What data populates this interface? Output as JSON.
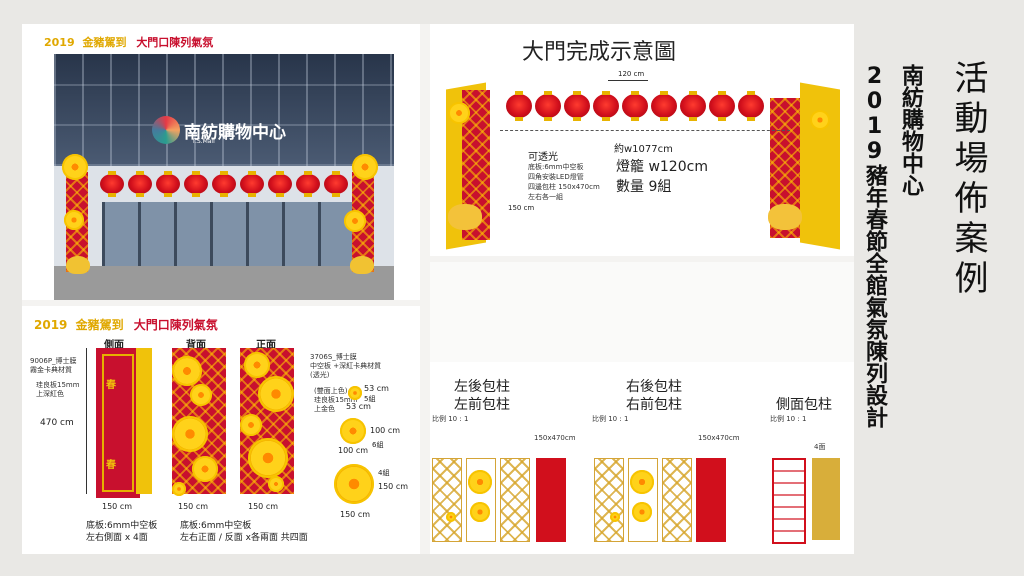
{
  "slide_title": "活動場佈案例",
  "side_subtitle": {
    "col1": "南紡購物中心",
    "col2": "2019豬年春節全館氣氛陳列設計"
  },
  "panel_photo": {
    "header_year": "2019",
    "header_text": "金豬駕到",
    "header_red": "大門口陳列氣氛",
    "mall_name": "南紡購物中心",
    "mall_name_en": "T.S.Mall"
  },
  "panel_gate": {
    "title": "大門完成示意圖",
    "dim_top": "120 cm",
    "dim_bottom": "150 cm",
    "width_label": "約w1077cm",
    "light_label": "可透光",
    "spec_lines": [
      "底板:6mm中空板",
      "四角安裝LED燈管",
      "四邊包柱 150x470cm",
      "左右各一組"
    ],
    "lantern_label": "燈籠 w120cm",
    "qty_label": "數量 9組"
  },
  "panel_specs": {
    "header_year": "2019",
    "header_text": "金豬駕到",
    "header_red": "大門口陳列氣氛",
    "col_side": "側面",
    "col_back": "背面",
    "col_front": "正面",
    "note_9006": "9006P_博士膜",
    "note_9006b": "霧金卡典材質",
    "note_board": "珪良板15mm",
    "note_board2": "上深紅色",
    "height": "470 cm",
    "note_3706": "3706S_博士膜",
    "note_3706b": "中空板 +深紅卡典材質",
    "note_3706c": "(透光)",
    "note_gold1": "(雙面上色)",
    "note_gold2": "珪良板15mm",
    "note_gold3": "上金色",
    "flower_53a": "53 cm",
    "flower_53b": "53 cm",
    "flower_5": "5組",
    "flower_100a": "100 cm",
    "flower_100b": "100 cm",
    "flower_6": "6組",
    "flower_4": "4組",
    "flower_150a": "150 cm",
    "flower_150b": "150 cm",
    "w_side": "150 cm",
    "w_back": "150 cm",
    "w_front": "150 cm",
    "base_side1": "底板:6mm中空板",
    "base_side2": "左右側面 x 4面",
    "base_front1": "底板:6mm中空板",
    "base_front2": "左右正面 / 反面 x各兩面 共四面"
  },
  "panel_wraps": {
    "group1_l1": "左後包柱",
    "group1_l2": "左前包柱",
    "group2_l1": "右後包柱",
    "group2_l2": "右前包柱",
    "group3": "側面包柱",
    "scale1": "比例 10 : 1",
    "scale2": "比例 10 : 1",
    "scale3": "比例 10 : 1",
    "dim1": "150x470cm",
    "dim2": "150x470cm",
    "count3": "4面"
  }
}
